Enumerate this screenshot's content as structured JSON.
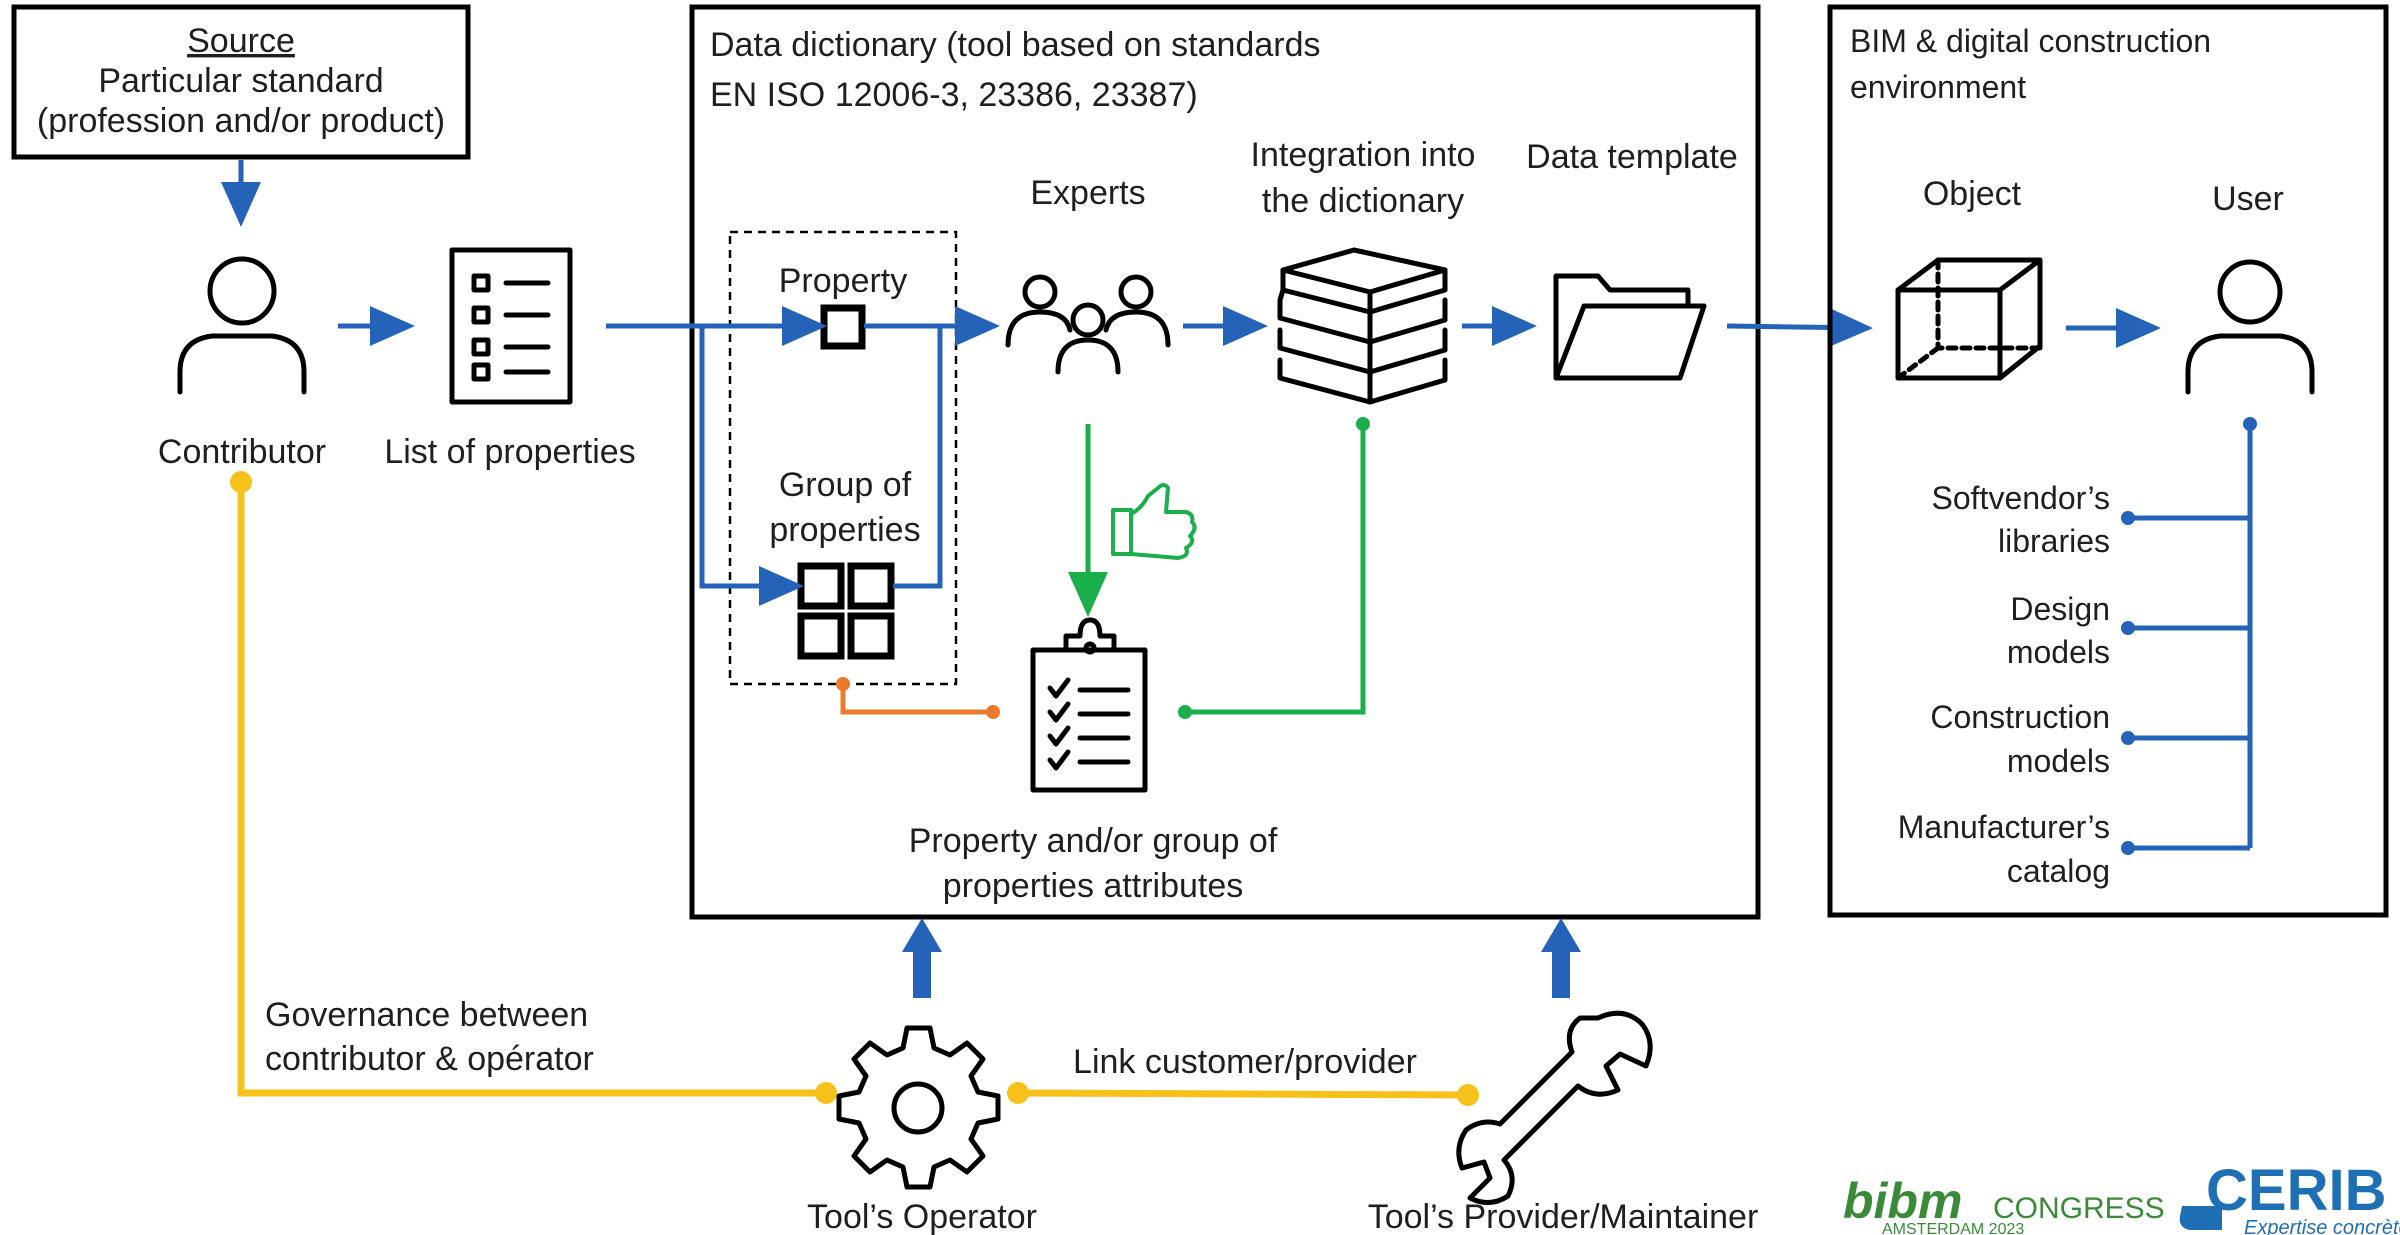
{
  "source": {
    "title": "Source",
    "line1": "Particular standard",
    "line2": "(profession and/or product)"
  },
  "contributor": {
    "label": "Contributor"
  },
  "list_of_properties": {
    "label": "List of properties"
  },
  "dictionary": {
    "title_line1": "Data dictionary (tool based on standards",
    "title_line2": "EN ISO 12006-3, 23386, 23387)",
    "property_label": "Property",
    "group_line1": "Group of",
    "group_line2": "properties",
    "experts_label": "Experts",
    "integration_line1": "Integration into",
    "integration_line2": "the dictionary",
    "template_label": "Data template",
    "attributes_line1": "Property and/or group of",
    "attributes_line2": "properties attributes"
  },
  "bim": {
    "title_line1": "BIM & digital construction",
    "title_line2": "environment",
    "object_label": "Object",
    "user_label": "User",
    "items": [
      {
        "line1": "Softvendor’s",
        "line2": "libraries"
      },
      {
        "line1": "Design",
        "line2": "models"
      },
      {
        "line1": "Construction",
        "line2": "models"
      },
      {
        "line1": "Manufacturer’s",
        "line2": "catalog"
      }
    ]
  },
  "governance": {
    "line1": "Governance between",
    "line2": "contributor & opérator"
  },
  "link_label": "Link customer/provider",
  "operator_label": "Tool’s Operator",
  "provider_label": "Tool’s Provider/Maintainer",
  "logos": {
    "bibm_mark": "bibm",
    "bibm_word": "CONGRESS",
    "bibm_sub": "AMSTERDAM 2023",
    "cerib_mark": "CERIB",
    "cerib_sub": "Expertise concrète"
  },
  "colors": {
    "flow_blue": "#2563b8",
    "validation_green": "#1aaf4b",
    "attribute_orange": "#ea7b2c",
    "governance_yellow": "#f5c11a",
    "bibm_green": "#3a8a3a",
    "cerib_blue": "#1f6fb5"
  }
}
